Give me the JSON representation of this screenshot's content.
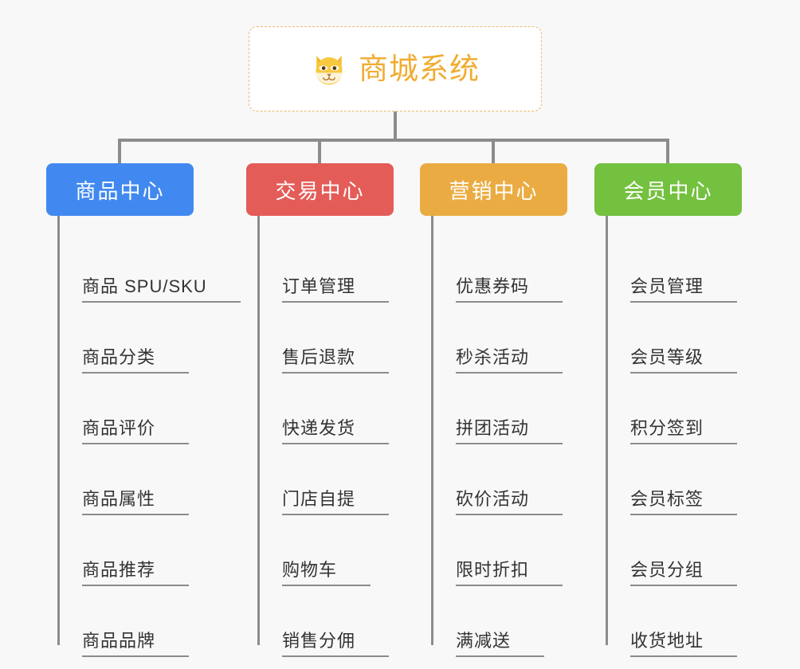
{
  "theme": {
    "background": "#f8f8f8",
    "connector_color": "#8c8c8c",
    "leaf_text_color": "#333333",
    "root_border_color": "#e8b96a",
    "root_text_color": "#f0ad32",
    "root_background": "#ffffff"
  },
  "root": {
    "title": "商城系统",
    "icon": "dog-face-icon"
  },
  "columns": [
    {
      "label": "商品中心",
      "color": "#4189f0",
      "items": [
        "商品 SPU/SKU",
        "商品分类",
        "商品评价",
        "商品属性",
        "商品推荐",
        "商品品牌"
      ]
    },
    {
      "label": "交易中心",
      "color": "#e45c58",
      "items": [
        "订单管理",
        "售后退款",
        "快递发货",
        "门店自提",
        "购物车",
        "销售分佣"
      ]
    },
    {
      "label": "营销中心",
      "color": "#eaac42",
      "items": [
        "优惠券码",
        "秒杀活动",
        "拼团活动",
        "砍价活动",
        "限时折扣",
        "满减送"
      ]
    },
    {
      "label": "会员中心",
      "color": "#73c13f",
      "items": [
        "会员管理",
        "会员等级",
        "积分签到",
        "会员标签",
        "会员分组",
        "收货地址"
      ]
    }
  ]
}
